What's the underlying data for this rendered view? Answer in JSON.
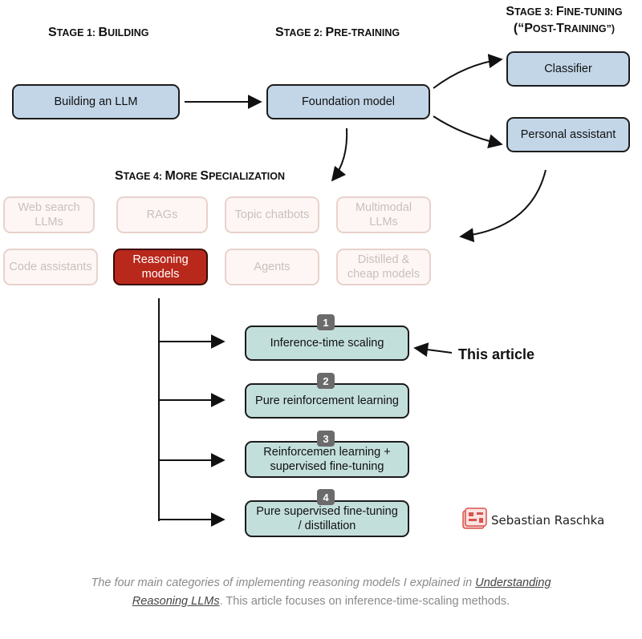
{
  "stages": {
    "s1": {
      "first": "S",
      "rest": "tage 1: ",
      "b1": "B",
      "b1rest": "uilding"
    },
    "s2": {
      "first": "S",
      "rest": "tage 2: ",
      "b1": "P",
      "b1rest": "re-training"
    },
    "s3_line1": {
      "first": "S",
      "rest": "tage 3: ",
      "b1": "F",
      "b1rest": "ine-tuning"
    },
    "s3_line2": {
      "open": "(“",
      "b1": "P",
      "b1rest": "ost-",
      "b2": "T",
      "b2rest": "raining”)"
    },
    "s4": {
      "first": "S",
      "rest": "tage 4: ",
      "b1": "M",
      "b1rest": "ore ",
      "b2": "S",
      "b2rest": "pecialization"
    }
  },
  "nodes": {
    "building": "Building an LLM",
    "foundation": "Foundation model",
    "classifier": "Classifier",
    "assistant": "Personal assistant"
  },
  "specializations": {
    "web_search_1": "Web search",
    "web_search_2": "LLMs",
    "rags": "RAGs",
    "topic_chatbots": "Topic chatbots",
    "multimodal_1": "Multimodal",
    "multimodal_2": "LLMs",
    "code_assistants": "Code assistants",
    "reasoning_1": "Reasoning",
    "reasoning_2": "models",
    "agents": "Agents",
    "distilled_1": "Distilled &",
    "distilled_2": "cheap models"
  },
  "methods": [
    {
      "num": "1",
      "line1": "Inference-time scaling",
      "line2": ""
    },
    {
      "num": "2",
      "line1": "Pure reinforcement learning",
      "line2": ""
    },
    {
      "num": "3",
      "line1": "Reinforcemen learning +",
      "line2": "supervised fine-tuning"
    },
    {
      "num": "4",
      "line1": "Pure supervised fine-tuning",
      "line2": "/ distillation"
    }
  ],
  "this_article": "This article",
  "author": "Sebastian Raschka",
  "caption": {
    "part1": "The four main categories of implementing reasoning models I explained in",
    "link": "Understanding Reasoning LLMs",
    "part2": ". This article focuses on inference-time-scaling methods."
  },
  "colors": {
    "blue_box": "#c3d6e8",
    "teal_box": "#c3dfdc",
    "highlight_red": "#b8281b",
    "faded_border": "#e8d2cc",
    "faded_text": "#c9c0bd",
    "badge": "#6b6b6b"
  }
}
